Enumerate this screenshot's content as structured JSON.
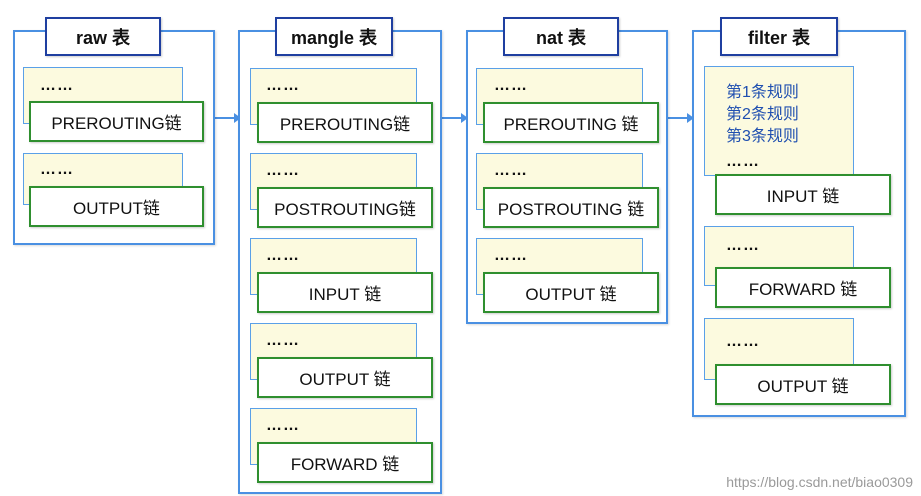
{
  "tables": {
    "raw": {
      "title": "raw 表",
      "chains": [
        {
          "dots": "……",
          "label": "PREROUTING链"
        },
        {
          "dots": "……",
          "label": "OUTPUT链"
        }
      ]
    },
    "mangle": {
      "title": "mangle 表",
      "chains": [
        {
          "dots": "……",
          "label": "PREROUTING链"
        },
        {
          "dots": "……",
          "label": "POSTROUTING链"
        },
        {
          "dots": "……",
          "label": "INPUT 链"
        },
        {
          "dots": "……",
          "label": "OUTPUT 链"
        },
        {
          "dots": "……",
          "label": "FORWARD 链"
        }
      ]
    },
    "nat": {
      "title": "nat 表",
      "chains": [
        {
          "dots": "……",
          "label": "PREROUTING 链"
        },
        {
          "dots": "……",
          "label": "POSTROUTING 链"
        },
        {
          "dots": "……",
          "label": "OUTPUT 链"
        }
      ]
    },
    "filter": {
      "title": "filter 表",
      "rules": [
        "第1条规则",
        "第2条规则",
        "第3条规则"
      ],
      "chains": [
        {
          "dots": "……",
          "label": "INPUT 链"
        },
        {
          "dots": "……",
          "label": "FORWARD 链"
        },
        {
          "dots": "……",
          "label": "OUTPUT 链"
        }
      ]
    }
  },
  "colors": {
    "table_border": "#4a90e2",
    "title_border": "#1f3fa0",
    "chain_border": "#2f8f2f",
    "rule_card_fill": "#fcfadf",
    "rule_text": "#1f4fb0"
  },
  "watermark": "https://blog.csdn.net/biao0309"
}
